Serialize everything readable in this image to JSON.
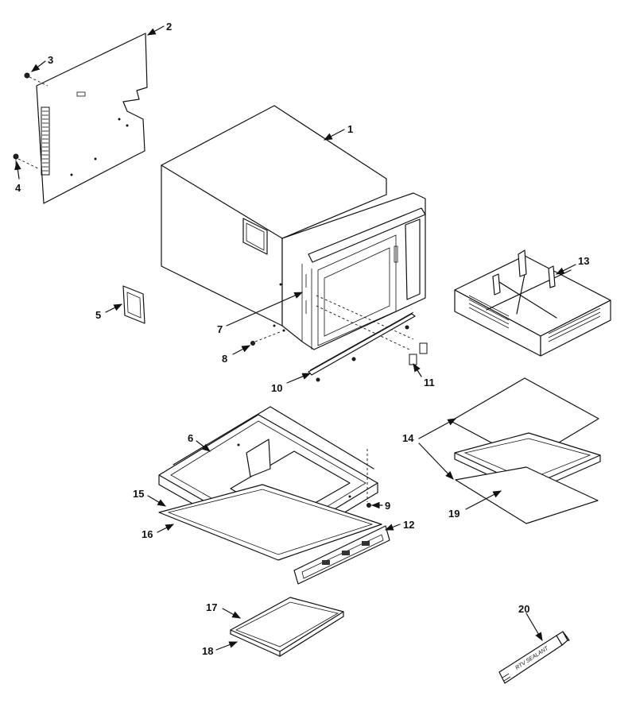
{
  "callouts": [
    "1",
    "2",
    "3",
    "4",
    "5",
    "6",
    "7",
    "8",
    "9",
    "10",
    "11",
    "12",
    "13",
    "14",
    "15",
    "16",
    "17",
    "18",
    "19",
    "20"
  ],
  "sealant_tube_text": "RTV SEALANT"
}
